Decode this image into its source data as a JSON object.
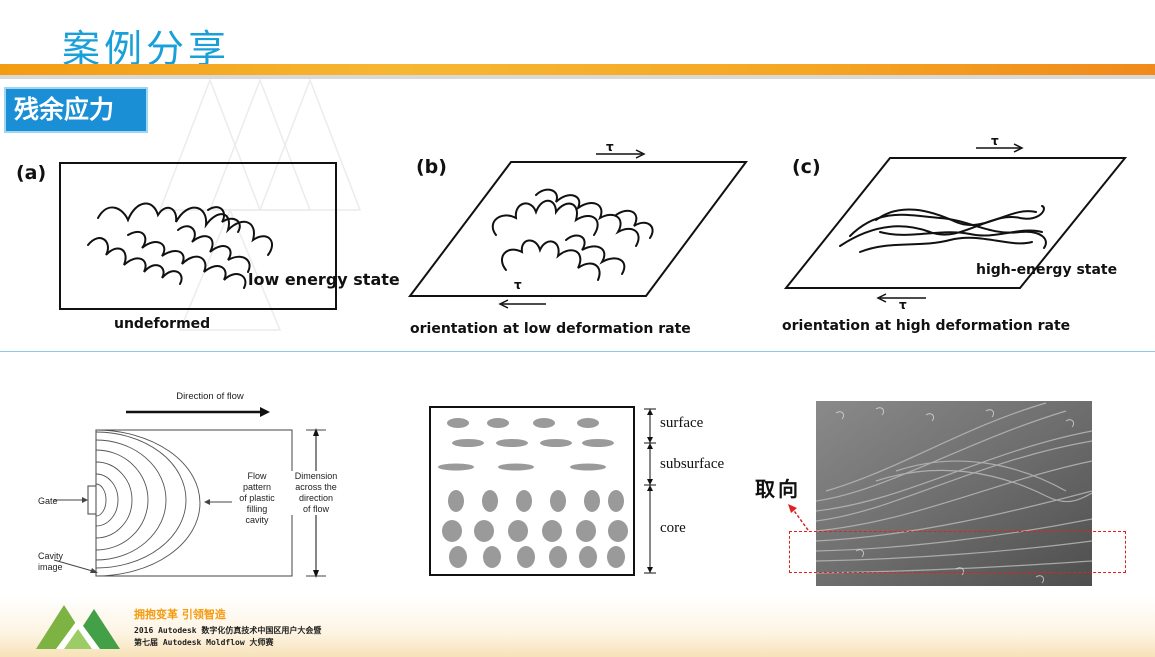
{
  "slide": {
    "title": "案例分享",
    "section_badge": "残余应力"
  },
  "figure_top": {
    "panel_a": {
      "tag": "(a)",
      "state_label": "low energy state",
      "caption": "undeformed"
    },
    "panel_b": {
      "tag": "(b)",
      "tau_top": "τ",
      "tau_bottom": "τ",
      "caption": "orientation at low deformation rate"
    },
    "panel_c": {
      "tag": "(c)",
      "tau_top": "τ",
      "tau_bottom": "τ",
      "state_label": "high-energy state",
      "caption": "orientation at high deformation rate"
    }
  },
  "figure_flow": {
    "direction": "Direction of flow",
    "flow_pattern": [
      "Flow",
      "pattern",
      "of plastic",
      "filling",
      "cavity"
    ],
    "dimension": [
      "Dimension",
      "across the",
      "direction",
      "of flow"
    ],
    "gate": "Gate",
    "cavity_image": [
      "Cavity",
      "image"
    ]
  },
  "figure_layers": {
    "surface": "surface",
    "subsurface": "subsurface",
    "core": "core",
    "fill_color": "#9a9a9a"
  },
  "figure_photo": {
    "annotation": "取向",
    "highlight_color": "#dd2222"
  },
  "footer": {
    "slogan": "拥抱变革 引领智造",
    "line1": "2016 Autodesk 数字化仿真技术中国区用户大会暨",
    "line2": "第七届 Autodesk Moldflow 大师赛"
  },
  "colors": {
    "title": "#1aa0d8",
    "badge": "#1a8fd6",
    "accent_orange": "#f39c12"
  }
}
